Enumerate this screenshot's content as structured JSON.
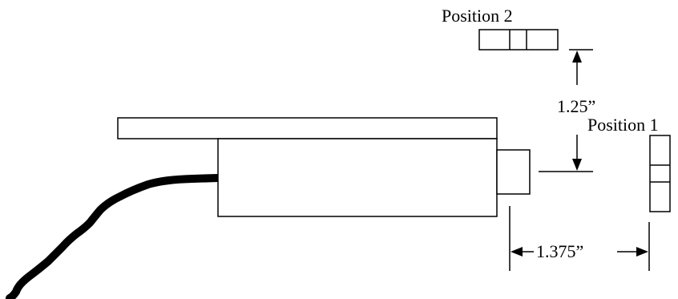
{
  "labels": {
    "position_2": "Position 2",
    "position_1": "Position 1",
    "vertical_dimension": "1.25”",
    "horizontal_dimension": "1.375”"
  },
  "colors": {
    "line": "#000000",
    "background": "#ffffff"
  }
}
